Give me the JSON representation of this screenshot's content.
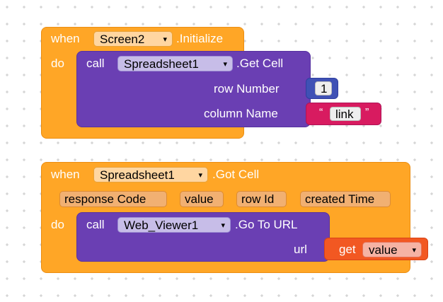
{
  "block1": {
    "when": "when",
    "component": "Screen2",
    "event": ".Initialize",
    "do": "do",
    "call": "call",
    "target": "Spreadsheet1",
    "method": ".Get Cell",
    "row_label": "row Number",
    "row_value": "1",
    "col_label": "column Name",
    "open_quote": "“",
    "col_value": "link",
    "close_quote": "”"
  },
  "block2": {
    "when": "when",
    "component": "Spreadsheet1",
    "event": ".Got Cell",
    "params": [
      "response Code",
      "value",
      "row Id",
      "created Time"
    ],
    "do": "do",
    "call": "call",
    "target": "Web_Viewer1",
    "method": ".Go To URL",
    "url_label": "url",
    "get": "get",
    "get_var": "value"
  },
  "colors": {
    "event_block": "#ffa626",
    "event_border": "#eb8d12",
    "method_block": "#6a3fb3",
    "method_border": "#5632a0",
    "math_block": "#3f51b5",
    "text_block": "#d81b60",
    "variable_block": "#f25822"
  },
  "icons": {
    "dropdown": "▾"
  }
}
